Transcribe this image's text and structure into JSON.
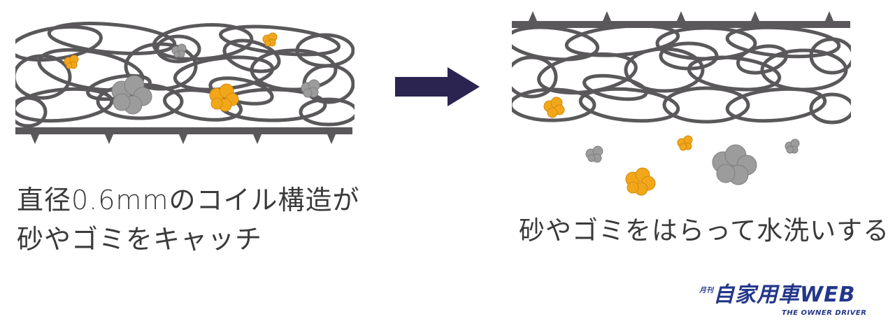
{
  "captions": {
    "left_line1": "直径0.6mmのコイル構造が",
    "left_line2": "砂やゴミをキャッチ",
    "right": "砂やゴミをはらって水洗いする"
  },
  "logo": {
    "issue": "月刊",
    "title": "自家用車WEB",
    "subtitle": "THE OWNER DRIVER"
  },
  "colors": {
    "coil": "#5a585a",
    "sand": "#f2a71b",
    "dust": "#9c9c9c",
    "arrow": "#2b2450",
    "text": "#3a3a3a",
    "logo": "#24378a"
  },
  "icons": {
    "arrow": "right-arrow-icon"
  }
}
